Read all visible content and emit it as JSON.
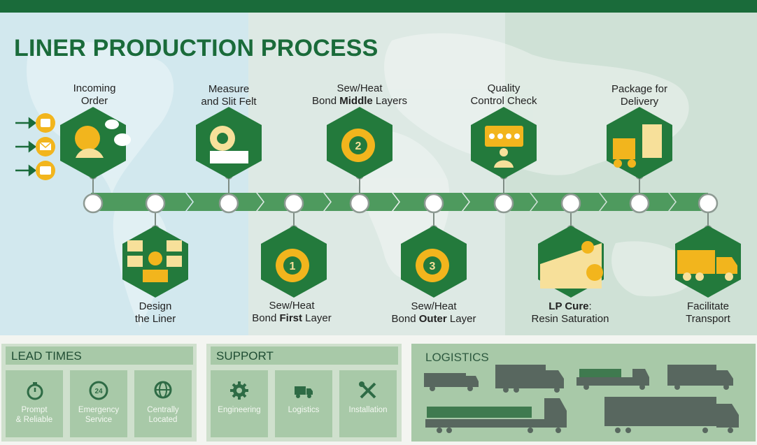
{
  "title": "LINER PRODUCTION PROCESS",
  "colors": {
    "brand_green": "#1a6b3a",
    "accent_yellow": "#f2b51d",
    "light_yellow": "#f7e09a",
    "hex_green": "#237a3c"
  },
  "steps_top": [
    {
      "line1": "Incoming",
      "line2": "Order",
      "icon": "incoming-order-icon"
    },
    {
      "line1": "Measure",
      "line2": "and Slit Felt",
      "icon": "tape-measure-icon"
    },
    {
      "line1": "Sew/Heat",
      "line2_pre": "Bond ",
      "line2_bold": "Middle",
      "line2_post": " Layers",
      "icon": "layer-2-icon"
    },
    {
      "line1": "Quality",
      "line2": "Control Check",
      "icon": "quality-control-icon"
    },
    {
      "line1": "Package for",
      "line2": "Delivery",
      "icon": "forklift-icon"
    }
  ],
  "steps_bottom": [
    {
      "line1": "Design",
      "line2": "the Liner",
      "icon": "designer-icon"
    },
    {
      "line1": "Sew/Heat",
      "line2_pre": "Bond ",
      "line2_bold": "First",
      "line2_post": " Layer",
      "icon": "layer-1-icon"
    },
    {
      "line1": "Sew/Heat",
      "line2_pre": "Bond ",
      "line2_bold": "Outer",
      "line2_post": " Layer",
      "icon": "layer-3-icon"
    },
    {
      "line1_bold": "LP Cure",
      "line1_post": ":",
      "line2": "Resin Saturation",
      "icon": "lp-cure-icon"
    },
    {
      "line1": "Facilitate",
      "line2": "Transport",
      "icon": "truck-icon"
    }
  ],
  "lead_times": {
    "heading": "LEAD TIMES",
    "tiles": [
      {
        "l1": "Prompt",
        "l2": "& Reliable",
        "icon": "stopwatch-icon"
      },
      {
        "l1": "Emergency",
        "l2": "Service",
        "icon": "24-hour-icon"
      },
      {
        "l1": "Centrally",
        "l2": "Located",
        "icon": "globe-pin-icon"
      }
    ]
  },
  "support": {
    "heading": "SUPPORT",
    "tiles": [
      {
        "l1": "Engineering",
        "icon": "gear-icon"
      },
      {
        "l1": "Logistics",
        "icon": "truck-icon"
      },
      {
        "l1": "Installation",
        "icon": "tools-icon"
      }
    ]
  },
  "logistics": {
    "heading": "LOGISTICS"
  }
}
